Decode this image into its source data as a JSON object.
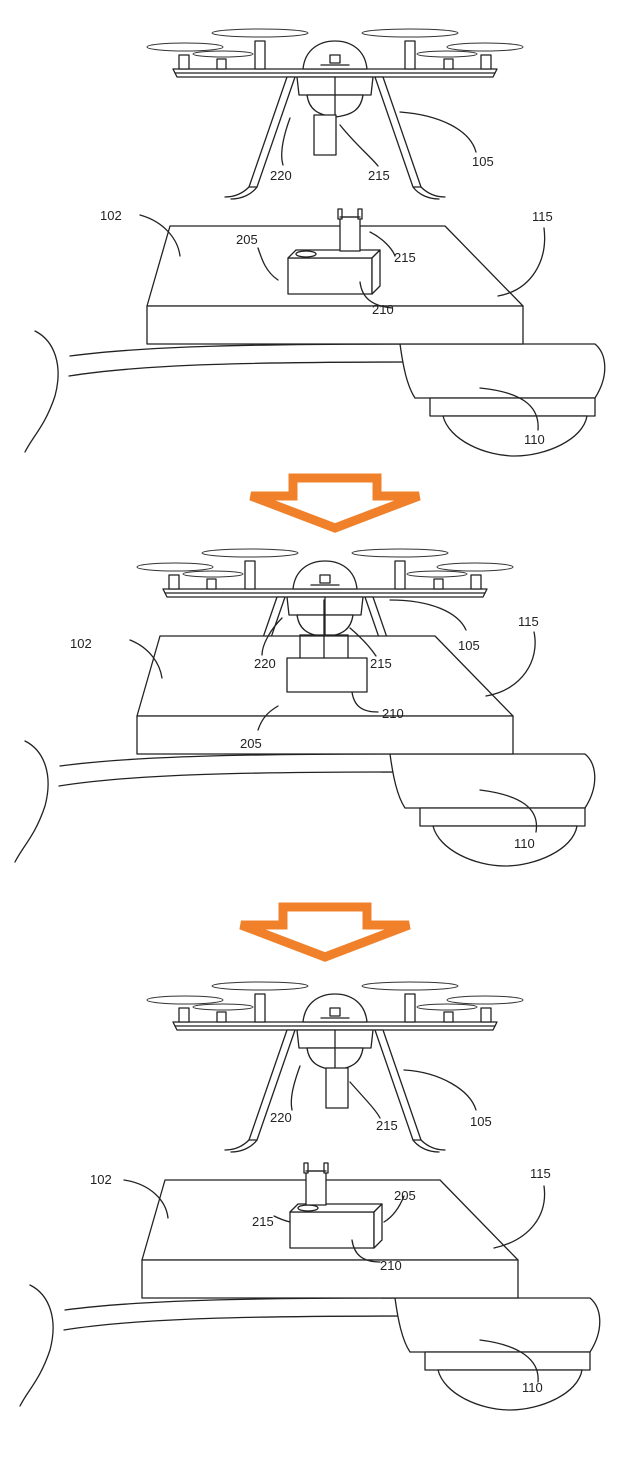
{
  "panels": [
    {
      "labels": {
        "system": "102",
        "uav": "105",
        "vehicle": "110",
        "roof": "115",
        "station": "205",
        "base": "210",
        "battery": "215",
        "mount": "220"
      },
      "state": "approach"
    },
    {
      "labels": {
        "system": "102",
        "uav": "105",
        "vehicle": "110",
        "roof": "115",
        "station": "205",
        "base": "210",
        "battery": "215",
        "mount": "220"
      },
      "state": "docked"
    },
    {
      "labels": {
        "system": "102",
        "uav": "105",
        "vehicle": "110",
        "roof": "115",
        "station": "205",
        "base": "210",
        "battery": "215",
        "mount": "220"
      },
      "state": "departed"
    }
  ],
  "colors": {
    "arrow": "#F0812A",
    "line": "#222222"
  }
}
